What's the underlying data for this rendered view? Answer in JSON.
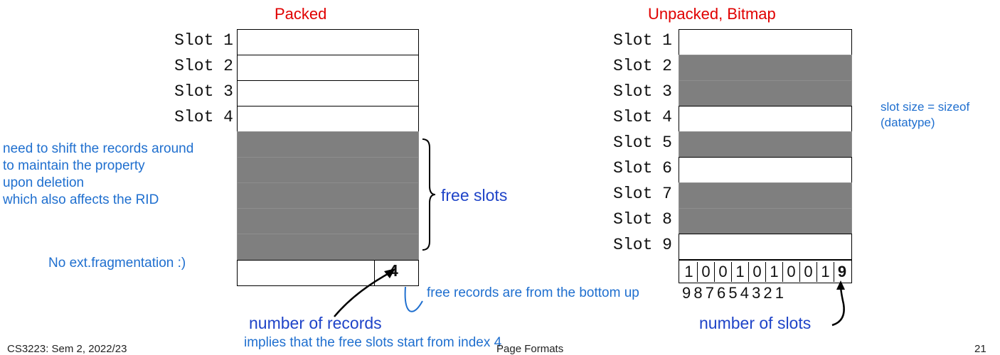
{
  "packed": {
    "title": "Packed",
    "slot_labels": [
      "Slot 1",
      "Slot 2",
      "Slot 3",
      "Slot 4"
    ],
    "count_value": "4",
    "free_slots_label": "free slots",
    "no_ext_frag_note": "No ext.fragmentation :)",
    "shift_note_lines": [
      "need to shift the records around",
      "to maintain the property",
      "upon deletion",
      "which also affects the RID"
    ],
    "number_of_records_label": "number of records",
    "free_records_note": "free records are from the bottom up",
    "implies_note": "implies that the free slots start from index 4"
  },
  "unpacked": {
    "title": "Unpacked, Bitmap",
    "slot_labels": [
      "Slot 1",
      "Slot 2",
      "Slot 3",
      "Slot 4",
      "Slot 5",
      "Slot 6",
      "Slot 7",
      "Slot 8",
      "Slot 9"
    ],
    "slot_filled": [
      false,
      true,
      true,
      false,
      true,
      false,
      true,
      true,
      false
    ],
    "bitmap_bits": [
      "1",
      "0",
      "0",
      "1",
      "0",
      "1",
      "0",
      "0",
      "1"
    ],
    "slot_count_value": "9",
    "bit_indices": "9 8 7 6 5 4 3 2 1",
    "number_of_slots_label": "number of slots",
    "slot_size_note_lines": [
      "slot size = sizeof",
      "(datatype)"
    ]
  },
  "footer": {
    "course": "CS3223: Sem 2, 2022/23",
    "topic": "Page Formats",
    "page": "21"
  },
  "colors": {
    "filled": "#7f7f7f",
    "title": "#e00000",
    "annotation": "#1f6fcf"
  }
}
